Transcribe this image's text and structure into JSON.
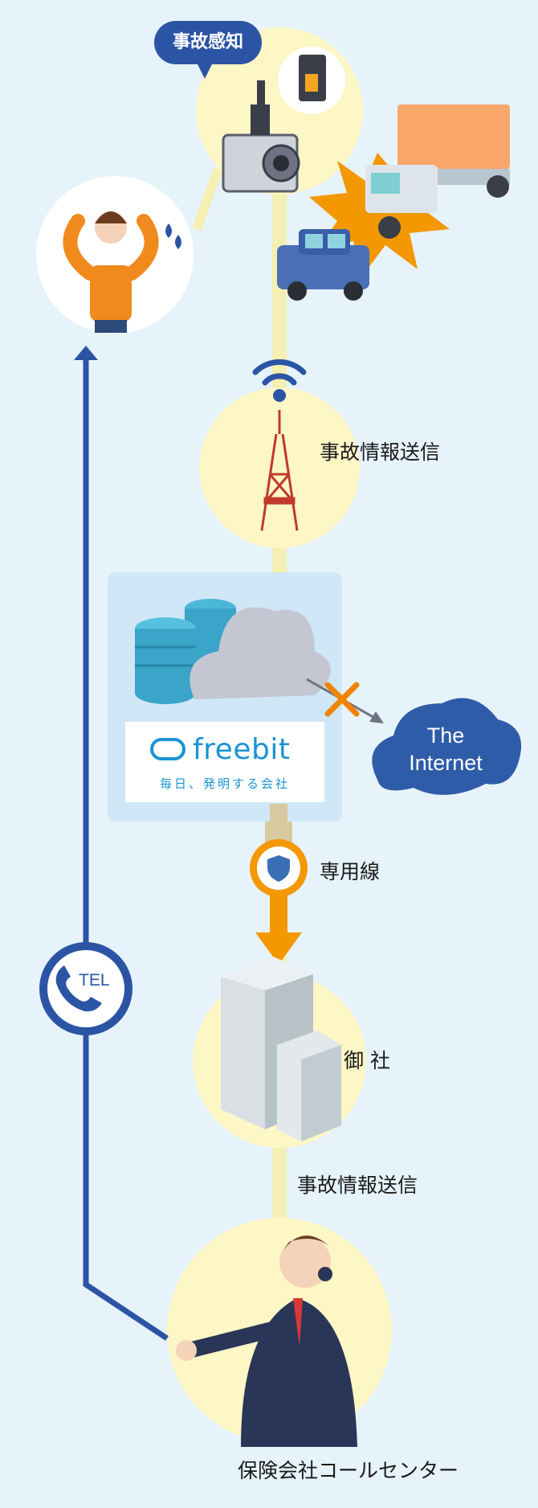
{
  "bubble": {
    "text": "事故感知"
  },
  "labels": {
    "send_1": "事故情報送信",
    "dedicated_line": "専用線",
    "company": "御 社",
    "send_2": "事故情報送信",
    "call_center": "保険会社コールセンター"
  },
  "freebit": {
    "name": "freebit",
    "tagline": "毎日、発明する会社"
  },
  "internet": {
    "line1": "The",
    "line2": "Internet"
  },
  "tel": {
    "text": "TEL"
  },
  "colors": {
    "background": "#e6f3fb",
    "node_circle": "#fdf6c5",
    "connector": "#f5efb4",
    "route_blue": "#2b55a4",
    "dedicated_orange": "#f39800",
    "freebit_blue": "#1a93d3",
    "blocked_x": "#f08300"
  }
}
